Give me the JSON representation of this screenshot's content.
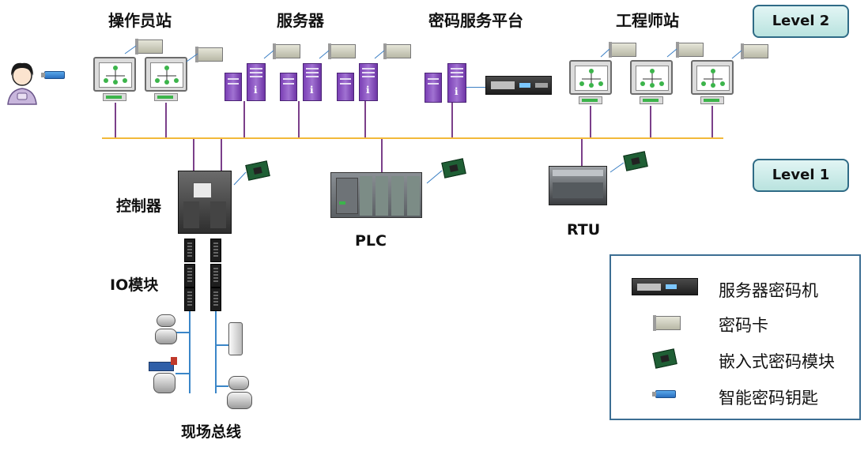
{
  "groups": {
    "operator_station": "操作员站",
    "server": "服务器",
    "crypto_platform": "密码服务平台",
    "engineer_station": "工程师站"
  },
  "levels": {
    "level2": "Level 2",
    "level1": "Level 1"
  },
  "components": {
    "controller": "控制器",
    "plc": "PLC",
    "rtu": "RTU",
    "io_module": "IO模块",
    "field_bus": "现场总线"
  },
  "legend": {
    "items": [
      {
        "icon": "server-crypto-machine-icon",
        "label": "服务器密码机"
      },
      {
        "icon": "crypto-card-icon",
        "label": "密码卡"
      },
      {
        "icon": "embedded-crypto-module-icon",
        "label": "嵌入式密码模块"
      },
      {
        "icon": "smart-crypto-key-icon",
        "label": "智能密码钥匙"
      }
    ]
  },
  "colors": {
    "bus": "#f2b93b",
    "link": "#7b3f8a",
    "level_border": "#2f6b86",
    "legend_border": "#3c6e93",
    "server_purple": "#8a55c4"
  }
}
